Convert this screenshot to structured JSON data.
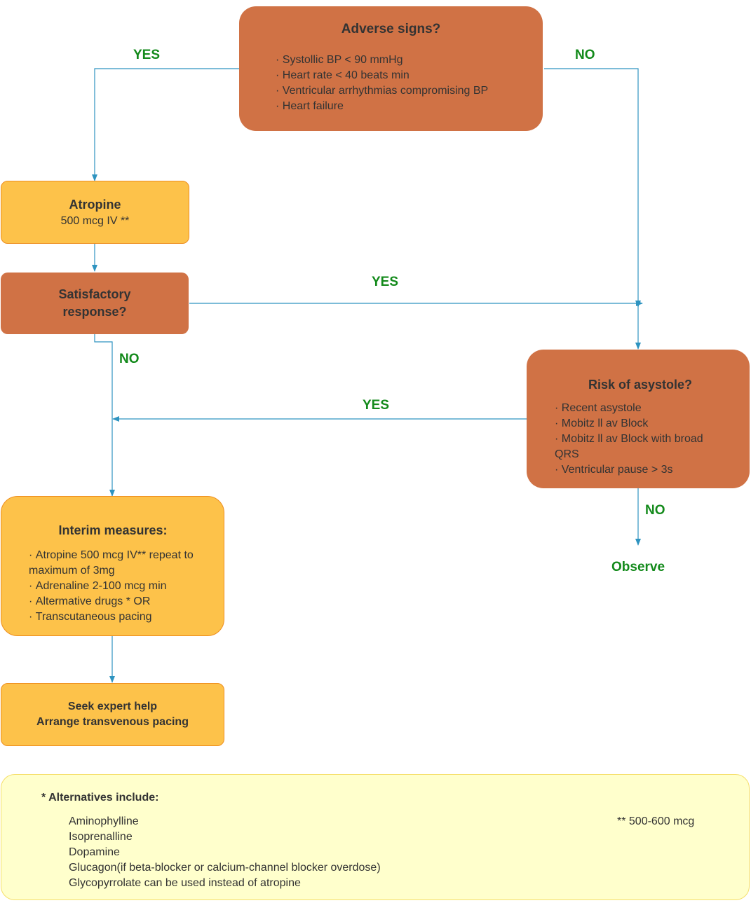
{
  "colors": {
    "decision_box": "#d07245",
    "action_box": "#fdc24a",
    "action_border": "#ee8e1e",
    "label_text": "#138a1b",
    "connector": "#2e93c0",
    "notes_bg": "#ffffcc"
  },
  "adverse": {
    "title": "Adverse signs?",
    "items": [
      "Systollic BP < 90 mmHg",
      "Heart rate < 40 beats min",
      "Ventricular arrhythmias compromising BP",
      "Heart failure"
    ]
  },
  "atropine": {
    "title": "Atropine",
    "dose": "500 mcg IV **"
  },
  "satisfactory": {
    "line1": "Satisfactory",
    "line2": "response?"
  },
  "asystole": {
    "title": "Risk of asystole?",
    "items": [
      "Recent asystole",
      "Mobitz ll av Block",
      "Mobitz ll av Block with broad QRS",
      "Ventricular pause > 3s"
    ]
  },
  "interim": {
    "title": "Interim measures:",
    "items": [
      "Atropine 500 mcg IV** repeat to maximum of 3mg",
      "Adrenaline 2-100 mcg min",
      "Altermative drugs * OR",
      "Transcutaneous pacing"
    ]
  },
  "expert": {
    "line1": "Seek expert help",
    "line2": "Arrange transvenous pacing"
  },
  "observe": "Observe",
  "labels": {
    "yes": "YES",
    "no": "NO"
  },
  "notes": {
    "heading": "*  Alternatives include:",
    "items": [
      "Aminophylline",
      "Isoprenalline",
      "Dopamine",
      "Glucagon(if beta-blocker or calcium-channel blocker overdose)",
      "Glycopyrrolate can be used instead of atropine"
    ],
    "dose_note": "** 500-600 mcg"
  }
}
